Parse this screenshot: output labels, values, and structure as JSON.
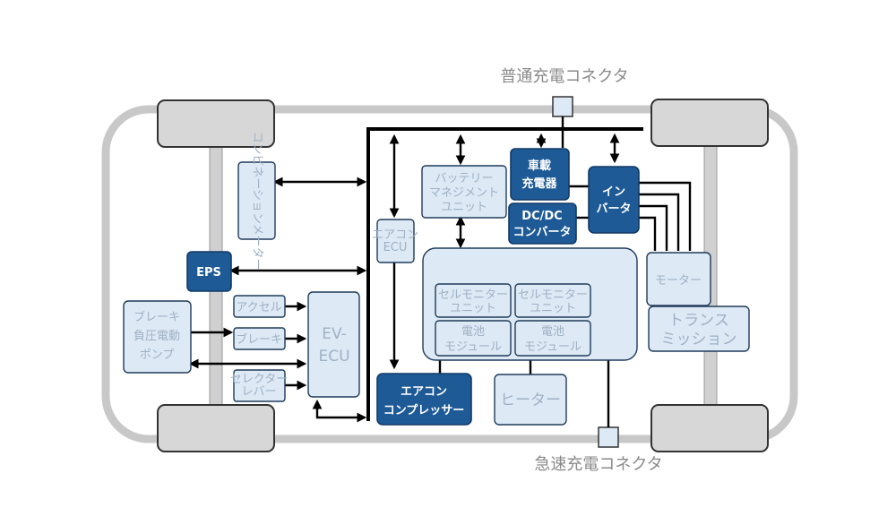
{
  "connectors": {
    "normal_charge": "普通充電コネクタ",
    "quick_charge": "急速充電コネクタ"
  },
  "blocks": {
    "combination_meter": "コンビネーションメーター",
    "eps": "EPS",
    "accel": "アクセル",
    "brake": "ブレーキ",
    "selector": [
      "セレクター",
      "レバー"
    ],
    "brake_pump": [
      "ブレーキ",
      "負圧電動",
      "ポンプ"
    ],
    "ev_ecu": [
      "EV-",
      "ECU"
    ],
    "aircon_ecu": [
      "エアコン",
      "ECU"
    ],
    "battery_mgmt": [
      "バッテリー",
      "マネジメント",
      "ユニット"
    ],
    "onboard_charger": [
      "車載",
      "充電器"
    ],
    "dcdc": [
      "DC/DC",
      "コンバータ"
    ],
    "inverter": [
      "イン",
      "バータ"
    ],
    "cell_monitor_1": [
      "セルモニター",
      "ユニット"
    ],
    "cell_monitor_2": [
      "セルモニター",
      "ユニット"
    ],
    "battery_module_1": [
      "電池",
      "モジュール"
    ],
    "battery_module_2": [
      "電池",
      "モジュール"
    ],
    "motor": "モーター",
    "transmission": [
      "トランス",
      "ミッション"
    ],
    "aircon_compressor": [
      "エアコン",
      "コンプレッサー"
    ],
    "heater": "ヒーター"
  },
  "colors": {
    "dark_block": "#1e5a96",
    "light_block": "#dde9f5",
    "light_text": "#9fb1c4",
    "chassis": "#c8c8c8"
  }
}
